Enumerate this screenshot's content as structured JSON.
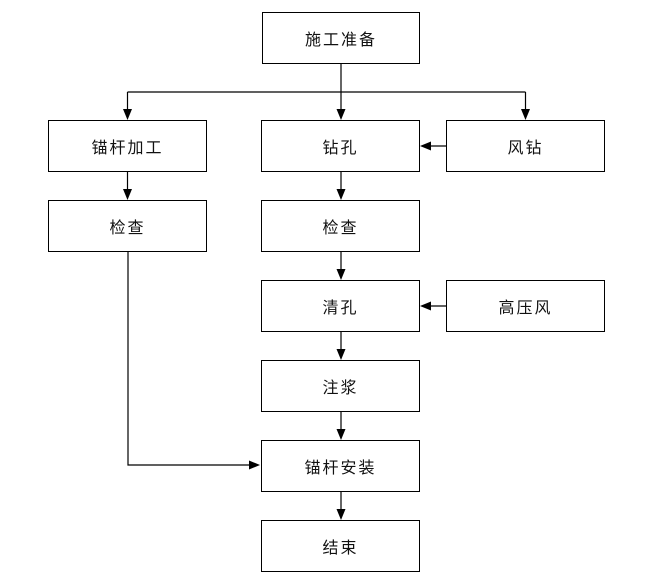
{
  "diagram": {
    "type": "flowchart",
    "background_color": "#ffffff",
    "box_border_color": "#000000",
    "line_color": "#000000",
    "text_color": "#111111",
    "nodes": {
      "start": {
        "label": "施工准备"
      },
      "anchor_processing": {
        "label": "锚杆加工"
      },
      "drilling": {
        "label": "钻孔"
      },
      "air_drill": {
        "label": "风钻"
      },
      "inspect_left": {
        "label": "检查"
      },
      "inspect_center": {
        "label": "检查"
      },
      "clean_hole": {
        "label": "清孔"
      },
      "high_pressure_air": {
        "label": "高压风"
      },
      "grouting": {
        "label": "注浆"
      },
      "anchor_install": {
        "label": "锚杆安装"
      },
      "end": {
        "label": "结束"
      }
    },
    "edges": [
      {
        "from": "start",
        "to": "anchor_processing"
      },
      {
        "from": "start",
        "to": "drilling"
      },
      {
        "from": "start",
        "to": "air_drill"
      },
      {
        "from": "anchor_processing",
        "to": "inspect_left"
      },
      {
        "from": "inspect_left",
        "to": "anchor_install"
      },
      {
        "from": "air_drill",
        "to": "drilling"
      },
      {
        "from": "drilling",
        "to": "inspect_center"
      },
      {
        "from": "inspect_center",
        "to": "clean_hole"
      },
      {
        "from": "high_pressure_air",
        "to": "clean_hole"
      },
      {
        "from": "clean_hole",
        "to": "grouting"
      },
      {
        "from": "grouting",
        "to": "anchor_install"
      },
      {
        "from": "anchor_install",
        "to": "end"
      }
    ]
  }
}
